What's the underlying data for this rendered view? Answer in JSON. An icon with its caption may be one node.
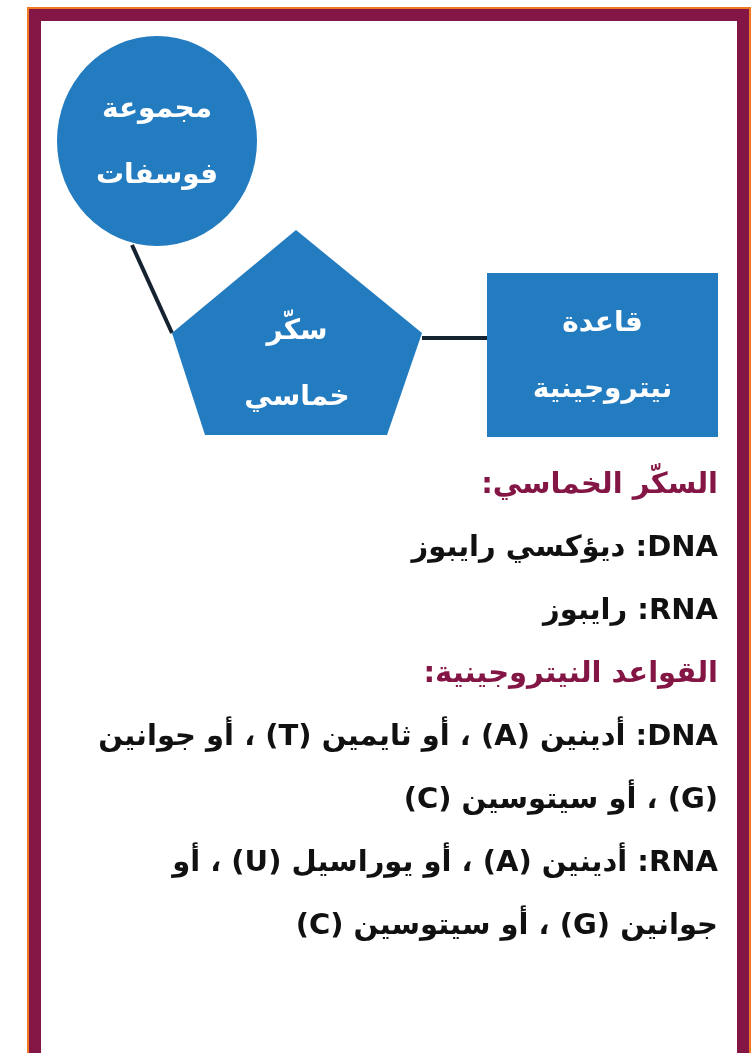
{
  "diagram": {
    "nodes": [
      {
        "text": [
          "مجموعة فوسفات"
        ]
      },
      {
        "text": [
          "سكّر خماسي"
        ]
      },
      {
        "text": [
          "قاعدة نيتروجينية"
        ]
      }
    ],
    "edges": [
      {
        "from": 0,
        "to": 1,
        "arrow": "none"
      },
      {
        "from": 1,
        "to": 2,
        "arrow": "none"
      }
    ],
    "labels": [
      "السكّر الخماسي:",
      "DNA: ديؤكسي رايبوز",
      "RNA: رايبوز",
      "القواعد النيتروجينية:",
      "DNA: أدينين (A) ، أو ثايمين (T) ، أو جوانين (G) ، أو سيتوسين (C)",
      "RNA: أدينين (A) ، أو يوراسيل (U) ، أو جوانين (G) ، أو سيتوسين (C)"
    ]
  }
}
